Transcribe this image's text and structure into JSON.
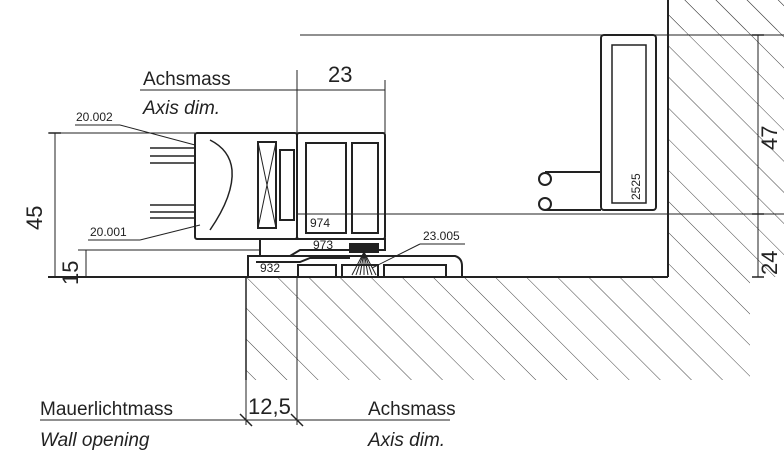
{
  "dimensions": {
    "d23": "23",
    "d45": "45",
    "d15": "15",
    "d47": "47",
    "d24": "24",
    "d12_5": "12,5"
  },
  "labels": {
    "axis_top_de": "Achsmass",
    "axis_top_en": "Axis dim.",
    "axis_bottom_de": "Achsmass",
    "axis_bottom_en": "Axis dim.",
    "wall_de": "Mauerlichtmass",
    "wall_en": "Wall opening"
  },
  "part_numbers": {
    "p20002": "20.002",
    "p20001": "20.001",
    "p23005": "23.005",
    "p974": "974",
    "p973": "973",
    "p932": "932",
    "p2525": "2525"
  },
  "colors": {
    "line": "#222222",
    "hatch": "#444444"
  }
}
